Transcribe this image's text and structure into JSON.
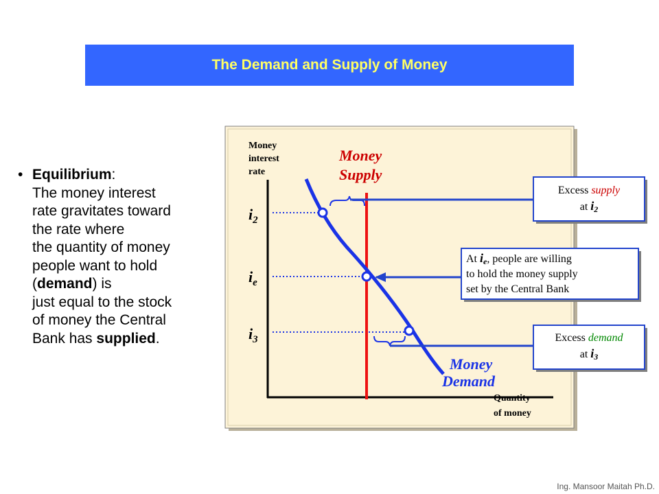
{
  "title": "The Demand and Supply of Money",
  "bullet": {
    "term": "Equilibrium",
    "colon": ":",
    "line1": "The money interest",
    "line2": "rate gravitates toward",
    "line3": "the rate where",
    "line4": "the quantity of money",
    "line5": "people want to hold",
    "line6_open": "(",
    "line6_bold": "demand",
    "line6_close": ") is",
    "line7": "just equal to the stock",
    "line8": "of money the Central",
    "line9_pre": "Bank has ",
    "line9_bold": "supplied",
    "line9_post": "."
  },
  "axes": {
    "y_label_1": "Money",
    "y_label_2": "interest",
    "y_label_3": "rate",
    "x_label_1": "Quantity",
    "x_label_2": "of money"
  },
  "labels": {
    "i2_main": "i",
    "i2_sub": "2",
    "ie_main": "i",
    "ie_sub": "e",
    "i3_main": "i",
    "i3_sub": "3",
    "supply_1": "Money",
    "supply_2": "Supply",
    "demand_1": "Money",
    "demand_2": "Demand"
  },
  "callouts": {
    "excess_supply_pre": "Excess ",
    "excess_supply_word": "supply",
    "excess_supply_at": "at ",
    "excess_supply_i": "i",
    "excess_supply_sub": "2",
    "equil_line1_pre": "At ",
    "equil_i": "i",
    "equil_sub": "e",
    "equil_line1_post": ", people are willing",
    "equil_line2": "to hold the money supply",
    "equil_line3": "set by the Central Bank",
    "excess_demand_pre": "Excess ",
    "excess_demand_word": "demand",
    "excess_demand_at": "at ",
    "excess_demand_i": "i",
    "excess_demand_sub": "3"
  },
  "credit": "Ing. Mansoor Maitah Ph.D.",
  "colors": {
    "title_bg": "#3366ff",
    "title_text": "#ffff66",
    "panel_bg": "#fdf3d8",
    "demand_curve": "#1a33e6",
    "supply_line": "#ee1111",
    "pointer": "#2244cc",
    "supply_word": "#cc0000",
    "demand_word": "#008800"
  }
}
